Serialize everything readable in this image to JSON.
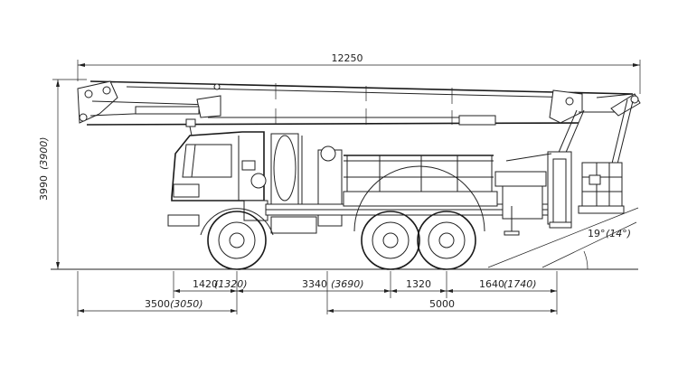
{
  "dimensions": {
    "overall_length": "12250",
    "height_main": "3990",
    "height_alt": "(3900)",
    "front_to_axle_main": "1420",
    "front_to_axle_alt": "(1320)",
    "wheelbase_main": "3340",
    "wheelbase_alt": "(3690)",
    "bogie_spacing": "1320",
    "rear_overhang_main": "1640",
    "rear_overhang_alt": "(1740)",
    "cab_length_main": "3500",
    "cab_length_alt": "(3050)",
    "rear_section": "5000",
    "angle_main": "19°",
    "angle_alt": "(14°)"
  },
  "colors": {
    "line": "#222222",
    "background": "#ffffff"
  }
}
